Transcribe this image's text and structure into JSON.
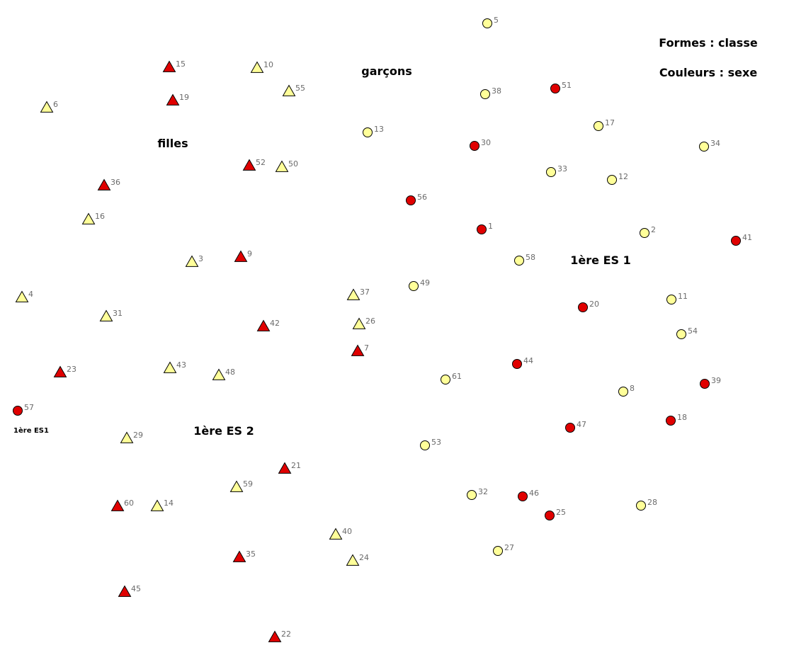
{
  "chart_data": {
    "type": "scatter",
    "title": "",
    "xlabel": "",
    "ylabel": "",
    "grid": false,
    "legend": "none",
    "xlim": [
      0,
      1138
    ],
    "ylim": [
      0,
      925
    ],
    "colors": {
      "fille": "#e00000",
      "garcon": "#ffff99",
      "stroke": "#000000"
    },
    "annotations": [
      {
        "text": "Formes : classe",
        "x": 1000,
        "y": 66,
        "size": 16
      },
      {
        "text": "Couleurs : sexe",
        "x": 1000,
        "y": 108,
        "size": 16
      },
      {
        "text": "garçons",
        "x": 546,
        "y": 106,
        "size": 16
      },
      {
        "text": "filles",
        "x": 244,
        "y": 208,
        "size": 16
      },
      {
        "text": "1ère ES 1",
        "x": 848,
        "y": 373,
        "size": 16
      },
      {
        "text": "1ère ES 2",
        "x": 316,
        "y": 614,
        "size": 16
      },
      {
        "text": "1ère ES1",
        "x": 44,
        "y": 611,
        "size": 10
      }
    ],
    "points": [
      {
        "id": "1",
        "x": 680,
        "y": 324,
        "shape": "circle",
        "color": "red"
      },
      {
        "id": "2",
        "x": 910,
        "y": 329,
        "shape": "circle",
        "color": "yellow"
      },
      {
        "id": "3",
        "x": 271,
        "y": 370,
        "shape": "triangle",
        "color": "yellow"
      },
      {
        "id": "4",
        "x": 31,
        "y": 420,
        "shape": "triangle",
        "color": "yellow"
      },
      {
        "id": "5",
        "x": 688,
        "y": 33,
        "shape": "circle",
        "color": "yellow"
      },
      {
        "id": "6",
        "x": 66,
        "y": 152,
        "shape": "triangle",
        "color": "yellow"
      },
      {
        "id": "7",
        "x": 505,
        "y": 496,
        "shape": "triangle",
        "color": "red"
      },
      {
        "id": "8",
        "x": 880,
        "y": 553,
        "shape": "circle",
        "color": "yellow"
      },
      {
        "id": "9",
        "x": 340,
        "y": 363,
        "shape": "triangle",
        "color": "red"
      },
      {
        "id": "10",
        "x": 363,
        "y": 96,
        "shape": "triangle",
        "color": "yellow"
      },
      {
        "id": "11",
        "x": 948,
        "y": 423,
        "shape": "circle",
        "color": "yellow"
      },
      {
        "id": "12",
        "x": 864,
        "y": 254,
        "shape": "circle",
        "color": "yellow"
      },
      {
        "id": "13",
        "x": 519,
        "y": 187,
        "shape": "circle",
        "color": "yellow"
      },
      {
        "id": "14",
        "x": 222,
        "y": 715,
        "shape": "triangle",
        "color": "yellow"
      },
      {
        "id": "15",
        "x": 239,
        "y": 95,
        "shape": "triangle",
        "color": "red"
      },
      {
        "id": "16",
        "x": 125,
        "y": 310,
        "shape": "triangle",
        "color": "yellow"
      },
      {
        "id": "17",
        "x": 845,
        "y": 178,
        "shape": "circle",
        "color": "yellow"
      },
      {
        "id": "18",
        "x": 947,
        "y": 594,
        "shape": "circle",
        "color": "red"
      },
      {
        "id": "19",
        "x": 244,
        "y": 142,
        "shape": "triangle",
        "color": "red"
      },
      {
        "id": "20",
        "x": 823,
        "y": 434,
        "shape": "circle",
        "color": "red"
      },
      {
        "id": "21",
        "x": 402,
        "y": 662,
        "shape": "triangle",
        "color": "red"
      },
      {
        "id": "22",
        "x": 388,
        "y": 900,
        "shape": "triangle",
        "color": "red"
      },
      {
        "id": "23",
        "x": 85,
        "y": 526,
        "shape": "triangle",
        "color": "red"
      },
      {
        "id": "24",
        "x": 498,
        "y": 792,
        "shape": "triangle",
        "color": "yellow"
      },
      {
        "id": "25",
        "x": 776,
        "y": 728,
        "shape": "circle",
        "color": "red"
      },
      {
        "id": "26",
        "x": 507,
        "y": 458,
        "shape": "triangle",
        "color": "yellow"
      },
      {
        "id": "27",
        "x": 703,
        "y": 778,
        "shape": "circle",
        "color": "yellow"
      },
      {
        "id": "28",
        "x": 905,
        "y": 714,
        "shape": "circle",
        "color": "yellow"
      },
      {
        "id": "29",
        "x": 179,
        "y": 619,
        "shape": "triangle",
        "color": "yellow"
      },
      {
        "id": "30",
        "x": 670,
        "y": 206,
        "shape": "circle",
        "color": "red"
      },
      {
        "id": "31",
        "x": 150,
        "y": 447,
        "shape": "triangle",
        "color": "yellow"
      },
      {
        "id": "32",
        "x": 666,
        "y": 699,
        "shape": "circle",
        "color": "yellow"
      },
      {
        "id": "33",
        "x": 778,
        "y": 243,
        "shape": "circle",
        "color": "yellow"
      },
      {
        "id": "34",
        "x": 994,
        "y": 207,
        "shape": "circle",
        "color": "yellow"
      },
      {
        "id": "35",
        "x": 338,
        "y": 787,
        "shape": "triangle",
        "color": "red"
      },
      {
        "id": "36",
        "x": 147,
        "y": 262,
        "shape": "triangle",
        "color": "red"
      },
      {
        "id": "37",
        "x": 499,
        "y": 417,
        "shape": "triangle",
        "color": "yellow"
      },
      {
        "id": "38",
        "x": 685,
        "y": 133,
        "shape": "circle",
        "color": "yellow"
      },
      {
        "id": "39",
        "x": 995,
        "y": 542,
        "shape": "circle",
        "color": "red"
      },
      {
        "id": "40",
        "x": 474,
        "y": 755,
        "shape": "triangle",
        "color": "yellow"
      },
      {
        "id": "41",
        "x": 1039,
        "y": 340,
        "shape": "circle",
        "color": "red"
      },
      {
        "id": "42",
        "x": 372,
        "y": 461,
        "shape": "triangle",
        "color": "red"
      },
      {
        "id": "43",
        "x": 240,
        "y": 520,
        "shape": "triangle",
        "color": "yellow"
      },
      {
        "id": "44",
        "x": 730,
        "y": 514,
        "shape": "circle",
        "color": "red"
      },
      {
        "id": "45",
        "x": 176,
        "y": 836,
        "shape": "triangle",
        "color": "red"
      },
      {
        "id": "46",
        "x": 738,
        "y": 701,
        "shape": "circle",
        "color": "red"
      },
      {
        "id": "47",
        "x": 805,
        "y": 604,
        "shape": "circle",
        "color": "red"
      },
      {
        "id": "48",
        "x": 309,
        "y": 530,
        "shape": "triangle",
        "color": "yellow"
      },
      {
        "id": "49",
        "x": 584,
        "y": 404,
        "shape": "circle",
        "color": "yellow"
      },
      {
        "id": "50",
        "x": 398,
        "y": 236,
        "shape": "triangle",
        "color": "yellow"
      },
      {
        "id": "51",
        "x": 784,
        "y": 125,
        "shape": "circle",
        "color": "red"
      },
      {
        "id": "52",
        "x": 352,
        "y": 234,
        "shape": "triangle",
        "color": "red"
      },
      {
        "id": "53",
        "x": 600,
        "y": 629,
        "shape": "circle",
        "color": "yellow"
      },
      {
        "id": "54",
        "x": 962,
        "y": 472,
        "shape": "circle",
        "color": "yellow"
      },
      {
        "id": "55",
        "x": 408,
        "y": 129,
        "shape": "triangle",
        "color": "yellow"
      },
      {
        "id": "56",
        "x": 580,
        "y": 283,
        "shape": "circle",
        "color": "red"
      },
      {
        "id": "57",
        "x": 25,
        "y": 580,
        "shape": "circle",
        "color": "red"
      },
      {
        "id": "58",
        "x": 733,
        "y": 368,
        "shape": "circle",
        "color": "yellow"
      },
      {
        "id": "59",
        "x": 334,
        "y": 688,
        "shape": "triangle",
        "color": "yellow"
      },
      {
        "id": "60",
        "x": 166,
        "y": 715,
        "shape": "triangle",
        "color": "red"
      },
      {
        "id": "61",
        "x": 629,
        "y": 536,
        "shape": "circle",
        "color": "yellow"
      }
    ]
  }
}
